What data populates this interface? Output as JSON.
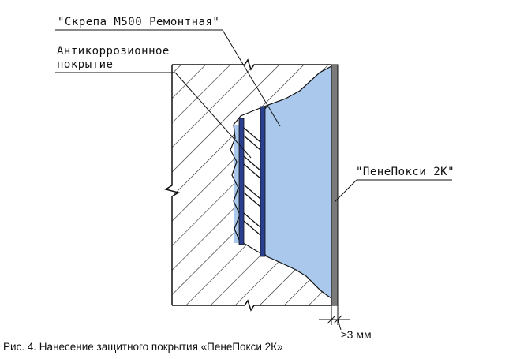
{
  "labels": {
    "skrepa": "\"Скрепа М500 Ремонтная\"",
    "anticorr_line1": "Антикоррозионное",
    "anticorr_line2": "покрытие",
    "penepoxy": "\"ПенеПокси 2К\"",
    "thickness": "≥3 мм"
  },
  "caption": "Рис. 4. Нанесение защитного покрытия «ПенеПокси 2К»",
  "colors": {
    "repair_mortar": "#a9c8ec",
    "anticorrosion": "#2a3f8f",
    "coating": "#7a7a7a",
    "hatch": "#222222"
  }
}
